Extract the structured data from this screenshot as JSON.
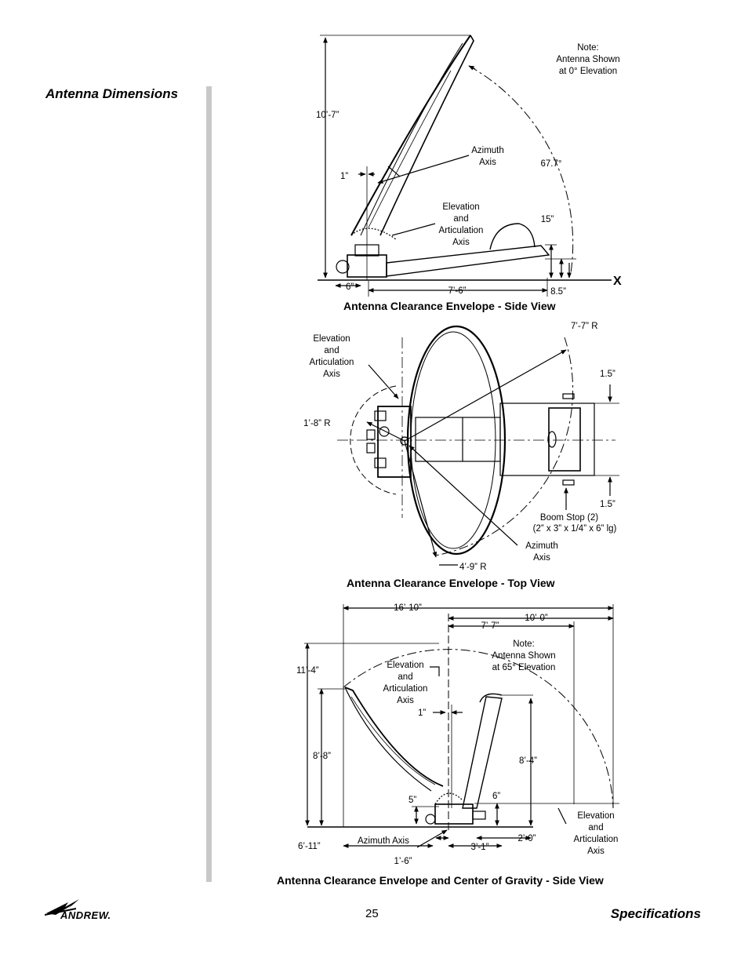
{
  "header": {
    "section_title": "Antenna Dimensions"
  },
  "side_view": {
    "caption": "Antenna Clearance Envelope - Side View",
    "note": [
      "Note:",
      "Antenna Shown",
      "at 0° Elevation"
    ],
    "height": "10’-7”",
    "offset_1": "1”",
    "azimuth_axis": [
      "Azimuth",
      "Axis"
    ],
    "angle": "67.7°",
    "elevation_axis": [
      "Elevation",
      "and",
      "Articulation",
      "Axis"
    ],
    "dim_15": "15”",
    "dim_6": "6”",
    "dim_7_6": "7’-6”",
    "dim_8_5": "8.5”",
    "x_marker": "X"
  },
  "top_view": {
    "caption": "Antenna Clearance Envelope - Top View",
    "elevation_axis": [
      "Elevation",
      "and",
      "Articulation",
      "Axis"
    ],
    "radius_7_7": "7’-7” R",
    "dim_1_5_top": "1.5”",
    "radius_1_8": "1’-8” R",
    "dim_1_5_bottom": "1.5”",
    "boom_stop": [
      "Boom Stop (2)",
      "(2” x 3” x 1/4” x 6” lg)"
    ],
    "azimuth_axis": [
      "Azimuth",
      "Axis"
    ],
    "radius_4_9": "4’-9” R"
  },
  "gravity_view": {
    "caption": "Antenna Clearance Envelope and Center of Gravity - Side View",
    "dim_16_10": "16’-10”",
    "dim_10_0": "10’-0”",
    "dim_7_7": "7’-7”",
    "note": [
      "Note:",
      "Antenna Shown",
      "at 65° Elevation"
    ],
    "dim_11_4": "11’-4”",
    "elevation_axis_top": [
      "Elevation",
      "and",
      "Articulation",
      "Axis"
    ],
    "dim_1": "1”",
    "dim_8_8": "8’-8”",
    "dim_8_4": "8’-4”",
    "dim_5": "5”",
    "dim_6": "6”",
    "elevation_axis_bottom": [
      "Elevation",
      "and",
      "Articulation",
      "Axis"
    ],
    "dim_6_11": "6’-11”",
    "azimuth_axis": "Azimuth Axis",
    "dim_2_0": "2’-0”",
    "dim_3_1": "3’-1”",
    "dim_1_6": "1’-6”"
  },
  "footer": {
    "logo_text": "ANDREW.",
    "page_number": "25",
    "title": "Specifications"
  }
}
